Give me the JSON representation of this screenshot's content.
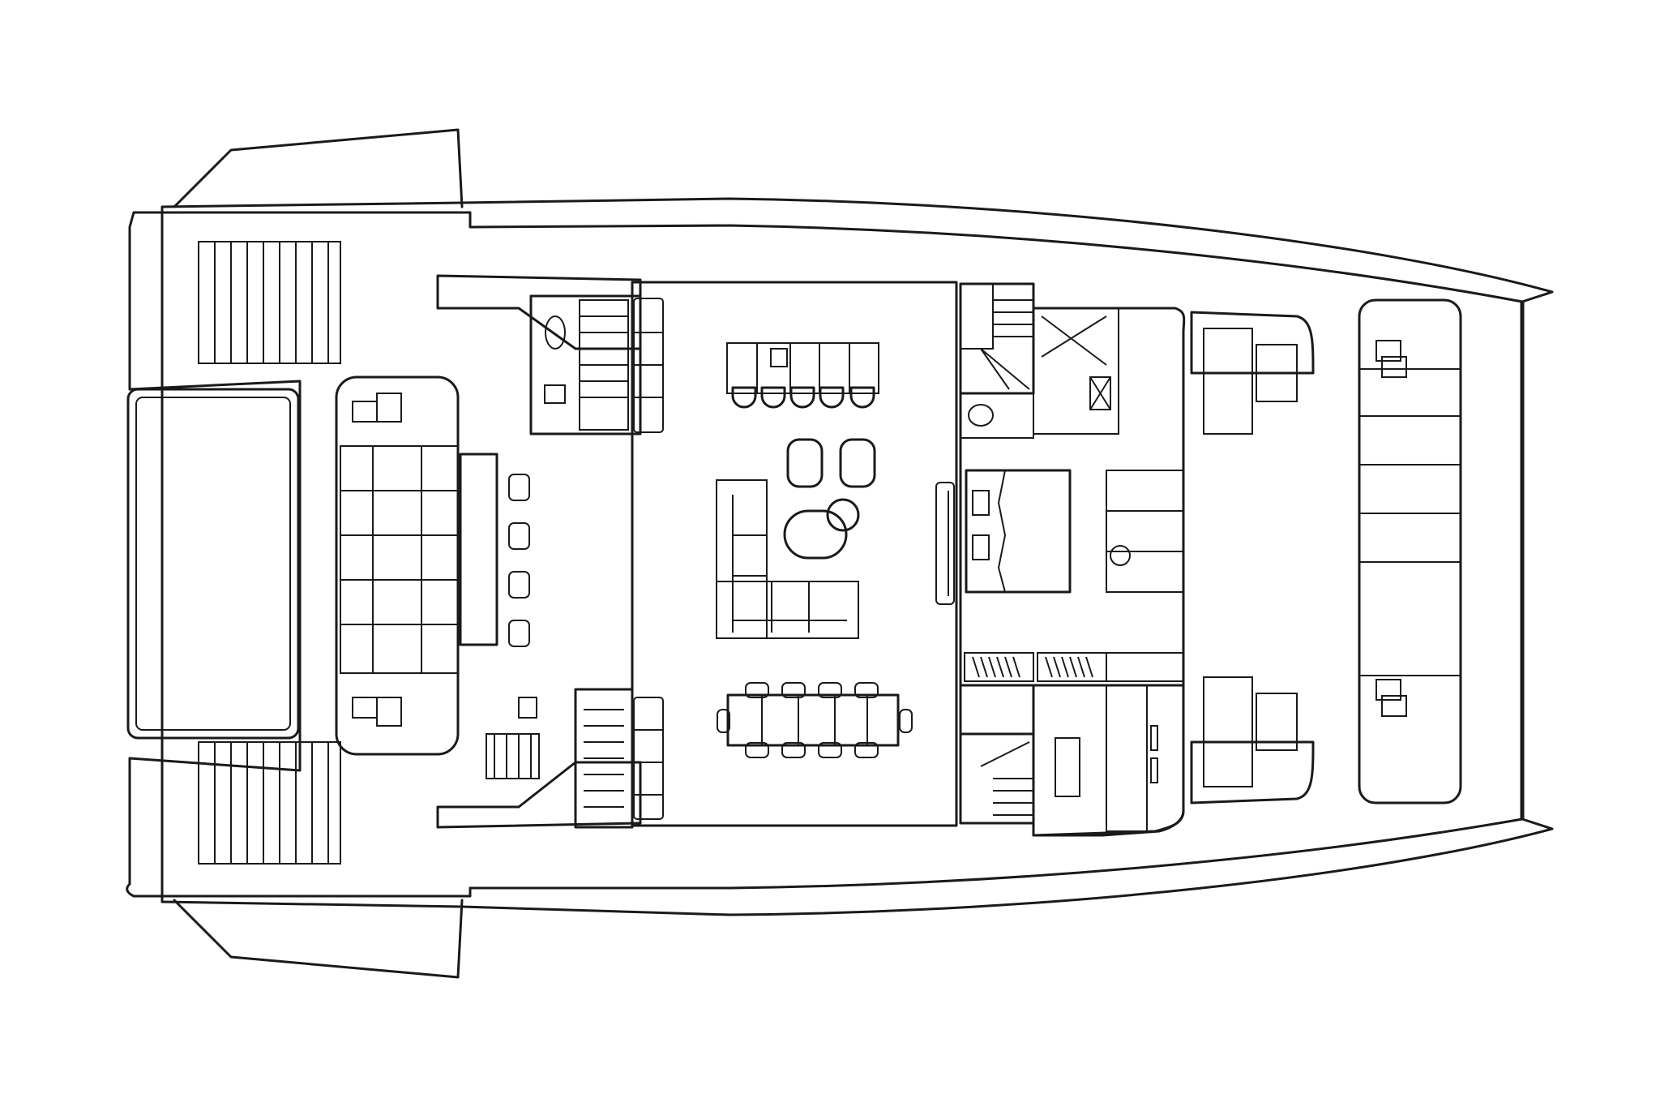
{
  "diagram": {
    "type": "catamaran-deck-plan",
    "view": "top-down",
    "orientation": "stern-left-bow-right"
  },
  "colors": {
    "background": "#ffffff",
    "deck": "#edcba7",
    "saloon": "#f4f2b8",
    "owner_cabin": "#dbe9d3",
    "utility_room": "#e0d0e6",
    "line": "#1a1a1a",
    "hull_edge": "#ffffff"
  },
  "zones": [
    {
      "id": "aft-cockpit",
      "fill": "deck"
    },
    {
      "id": "side-decks",
      "fill": "deck"
    },
    {
      "id": "foredeck",
      "fill": "deck"
    },
    {
      "id": "main-saloon",
      "fill": "saloon"
    },
    {
      "id": "galley-port",
      "fill": "saloon"
    },
    {
      "id": "owner-cabin",
      "fill": "owner_cabin"
    },
    {
      "id": "owner-bathroom",
      "fill": "owner_cabin"
    },
    {
      "id": "office-utility",
      "fill": "utility_room"
    },
    {
      "id": "stair-aft-starboard",
      "fill": "utility_room"
    }
  ],
  "furniture": {
    "bar_stools": 5,
    "armchairs": 2,
    "dining_chairs": 10,
    "aft_dining_chairs": 4,
    "sunpads_foredeck": 3
  },
  "labels": []
}
